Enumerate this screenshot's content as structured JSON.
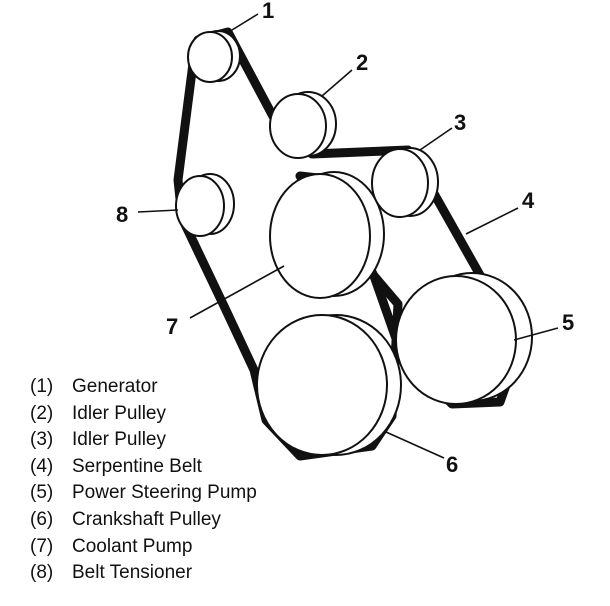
{
  "callouts": [
    "1",
    "2",
    "3",
    "4",
    "5",
    "6",
    "7",
    "8"
  ],
  "legend": [
    {
      "num": "(1)",
      "label": "Generator"
    },
    {
      "num": "(2)",
      "label": "Idler Pulley"
    },
    {
      "num": "(3)",
      "label": "Idler Pulley"
    },
    {
      "num": "(4)",
      "label": "Serpentine Belt"
    },
    {
      "num": "(5)",
      "label": "Power Steering Pump"
    },
    {
      "num": "(6)",
      "label": "Crankshaft Pulley"
    },
    {
      "num": "(7)",
      "label": "Coolant Pump"
    },
    {
      "num": "(8)",
      "label": "Belt Tensioner"
    }
  ]
}
